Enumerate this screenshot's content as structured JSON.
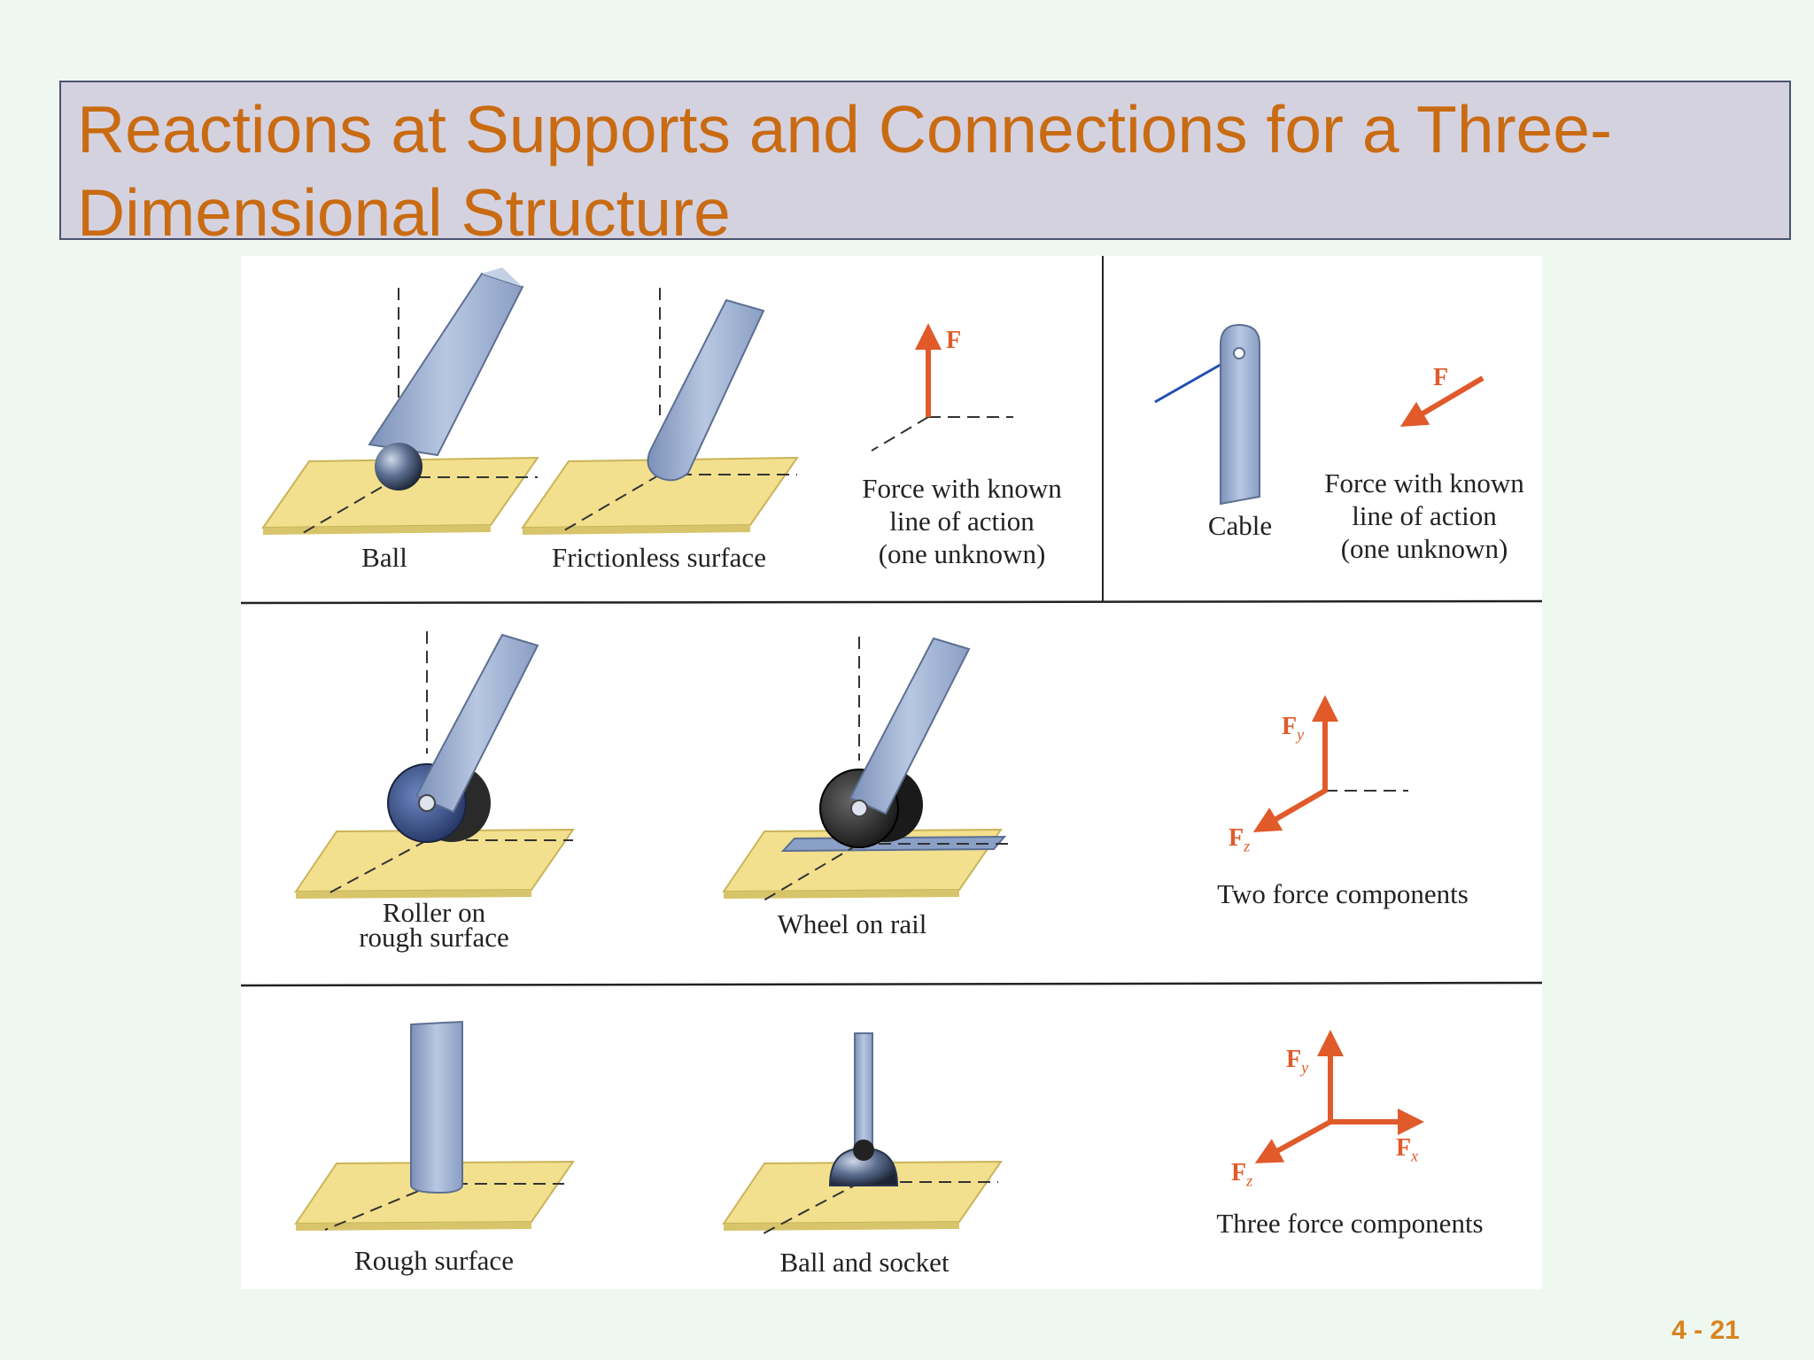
{
  "slide": {
    "title": "Reactions at Supports and Connections for a Three-Dimensional Structure",
    "page_number": "4 - 21"
  },
  "figure": {
    "row1": {
      "ball": "Ball",
      "frictionless": "Frictionless surface",
      "force_known_1": [
        "Force with known",
        "line of action",
        "(one unknown)"
      ],
      "cable": "Cable",
      "force_known_2": [
        "Force with known",
        "line of action",
        "(one unknown)"
      ],
      "force_label_1": "F",
      "force_label_2": "F"
    },
    "row2": {
      "roller": [
        "Roller on",
        "rough surface"
      ],
      "wheel": "Wheel on rail",
      "two_components": "Two force components",
      "fy_main": "F",
      "fy_sub": "y",
      "fz_main": "F",
      "fz_sub": "z"
    },
    "row3": {
      "rough": "Rough surface",
      "ball_socket": "Ball and socket",
      "three_components": "Three force components",
      "fy_main": "F",
      "fy_sub": "y",
      "fz_main": "F",
      "fz_sub": "z",
      "fx_main": "F",
      "fx_sub": "x"
    }
  },
  "colors": {
    "title_text": "#c96b12",
    "title_bg": "#d5d2e0",
    "slide_bg": "#eef8f1",
    "force_arrow": "#e05a2a",
    "member": "#9aaed0",
    "plate": "#f3e08e",
    "cable": "#1f4fb0"
  }
}
